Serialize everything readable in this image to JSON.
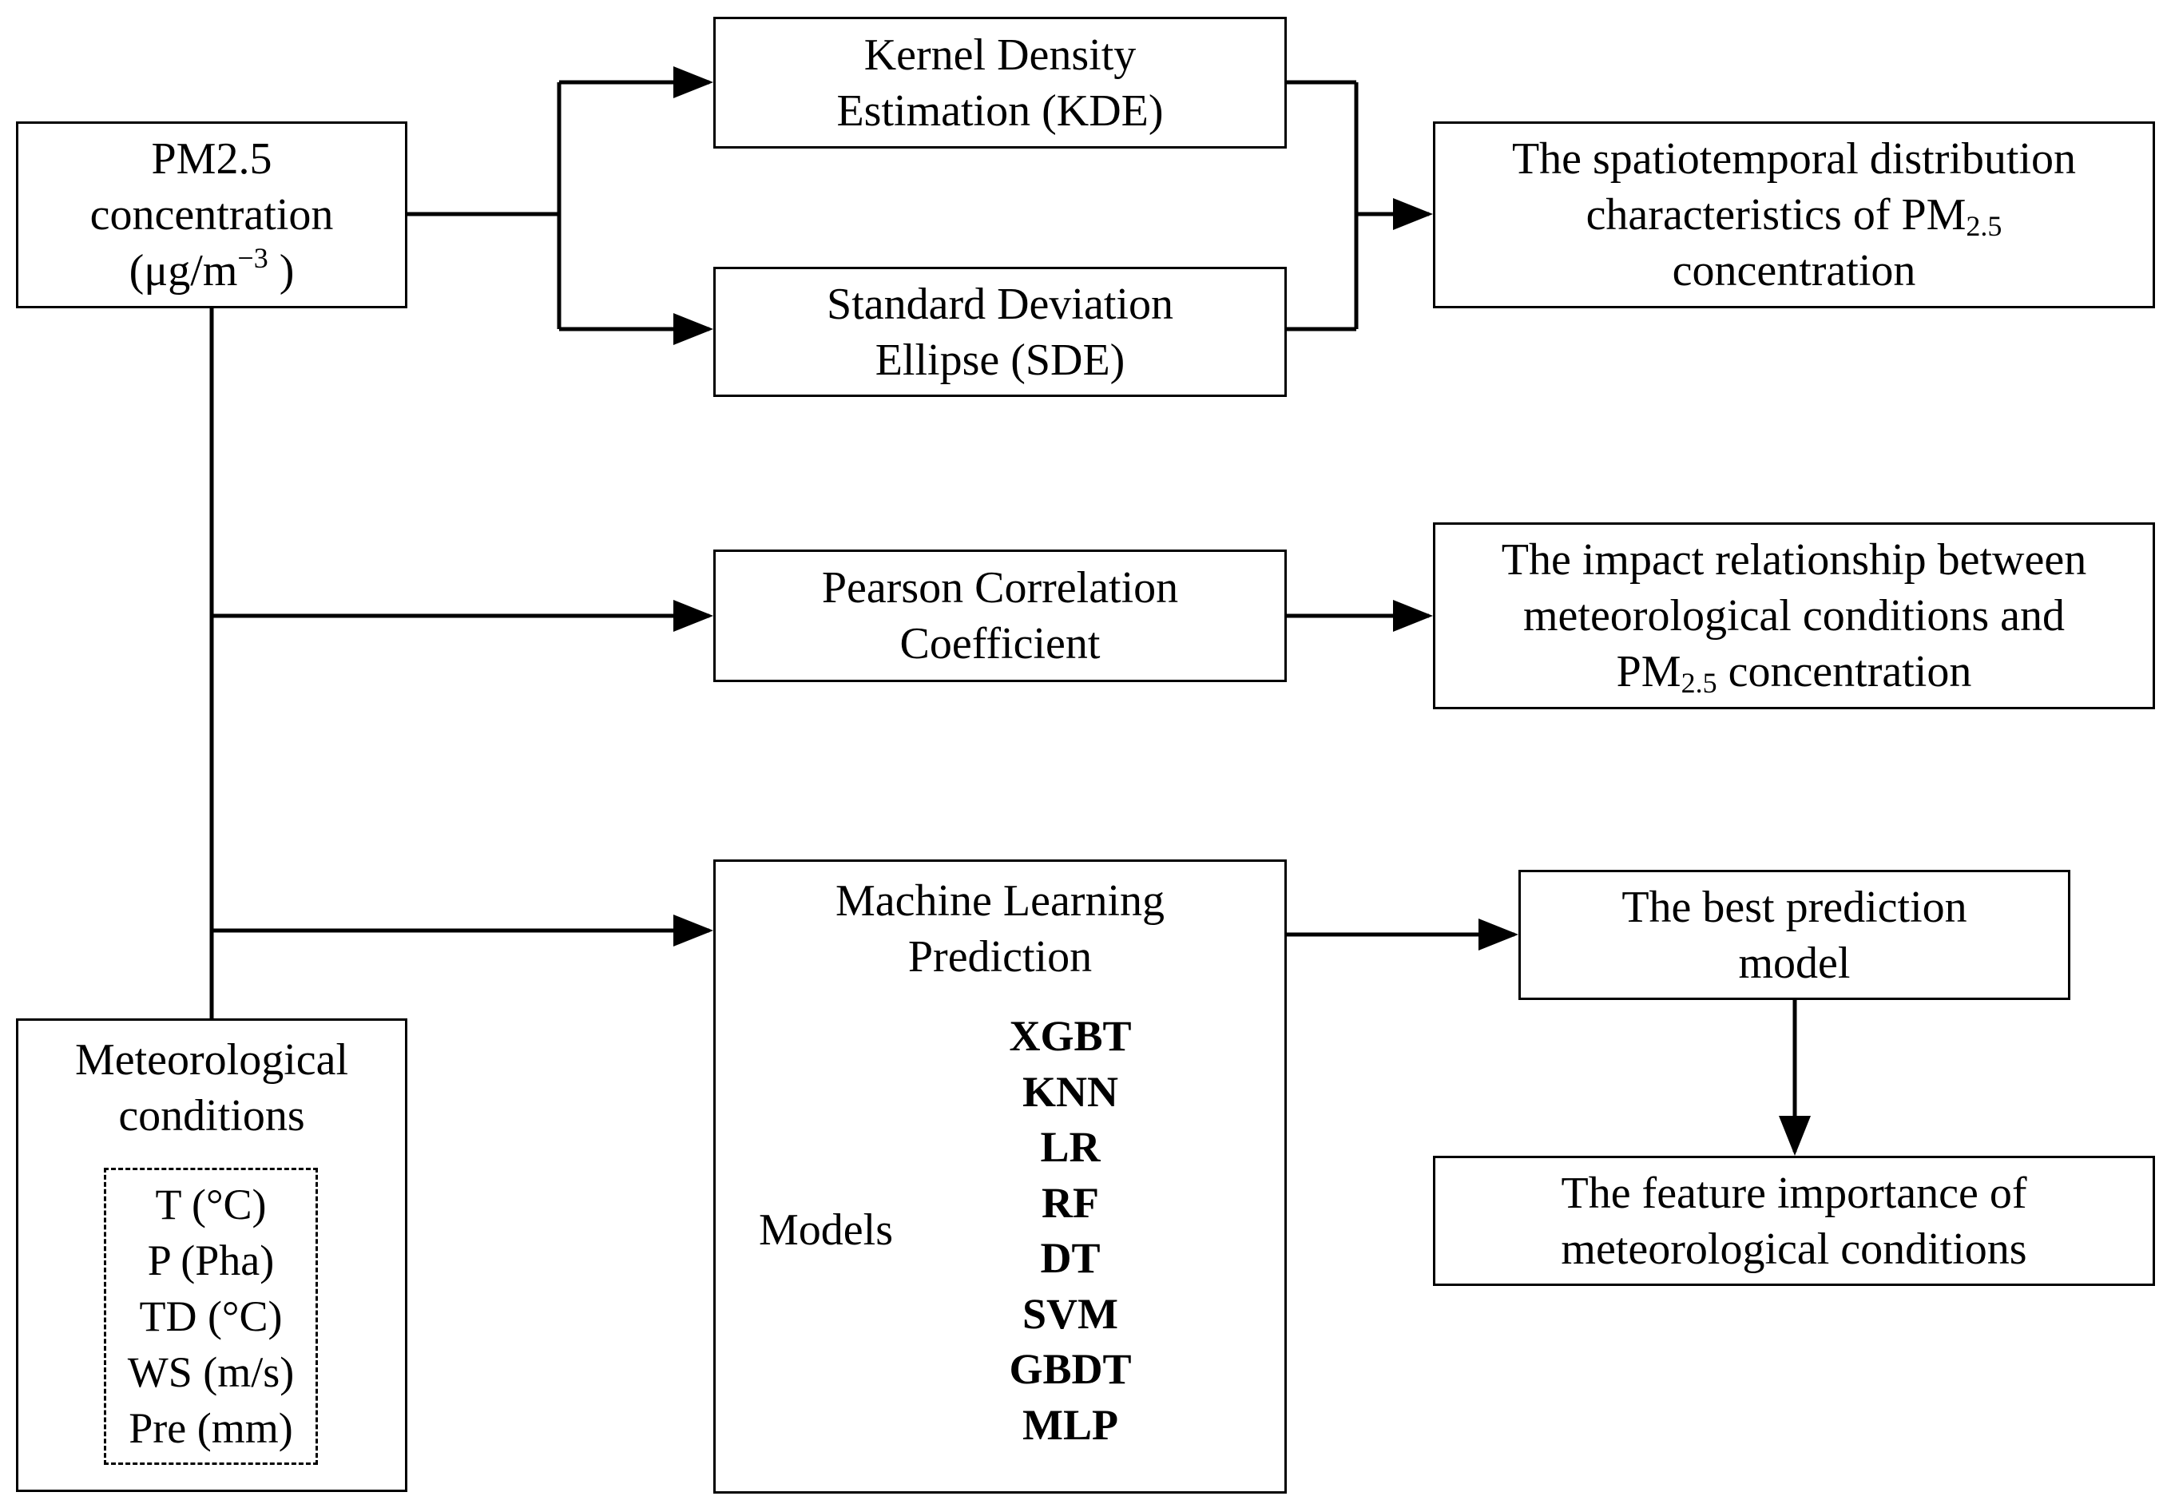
{
  "boxes": {
    "pm25": {
      "lines": [
        "PM2.5",
        "concentration"
      ],
      "unit_prefix": "(μg/m",
      "unit_sup": "−3",
      "unit_suffix": " )"
    },
    "kde": {
      "lines": [
        "Kernel Density",
        "Estimation (KDE)"
      ]
    },
    "sde": {
      "lines": [
        "Standard Deviation",
        "Ellipse (SDE)"
      ]
    },
    "spatio": {
      "line1": "The spatiotemporal distribution",
      "line2_prefix": "characteristics of PM",
      "line2_sub": "2.5",
      "line3": "concentration"
    },
    "pearson": {
      "lines": [
        "Pearson Correlation",
        "Coefficient"
      ]
    },
    "impact": {
      "line1": "The impact relationship between",
      "line2": "meteorological conditions and",
      "line3_prefix": "PM",
      "line3_sub": "2.5",
      "line3_suffix": " concentration"
    },
    "ml": {
      "lines": [
        "Machine Learning",
        "Prediction"
      ],
      "models_label": "Models",
      "models": [
        "XGBT",
        "KNN",
        "LR",
        "RF",
        "DT",
        "SVM",
        "GBDT",
        "MLP"
      ]
    },
    "best": {
      "lines": [
        "The best prediction",
        "model"
      ]
    },
    "feature": {
      "lines": [
        "The feature importance of",
        "meteorological conditions"
      ]
    },
    "meteo": {
      "lines": [
        "Meteorological",
        "conditions"
      ],
      "variables": [
        "T (°C)",
        "P (Pha)",
        "TD (°C)",
        "WS (m/s)",
        "Pre (mm)"
      ]
    }
  },
  "colors": {
    "stroke": "#000000",
    "background": "#ffffff"
  }
}
